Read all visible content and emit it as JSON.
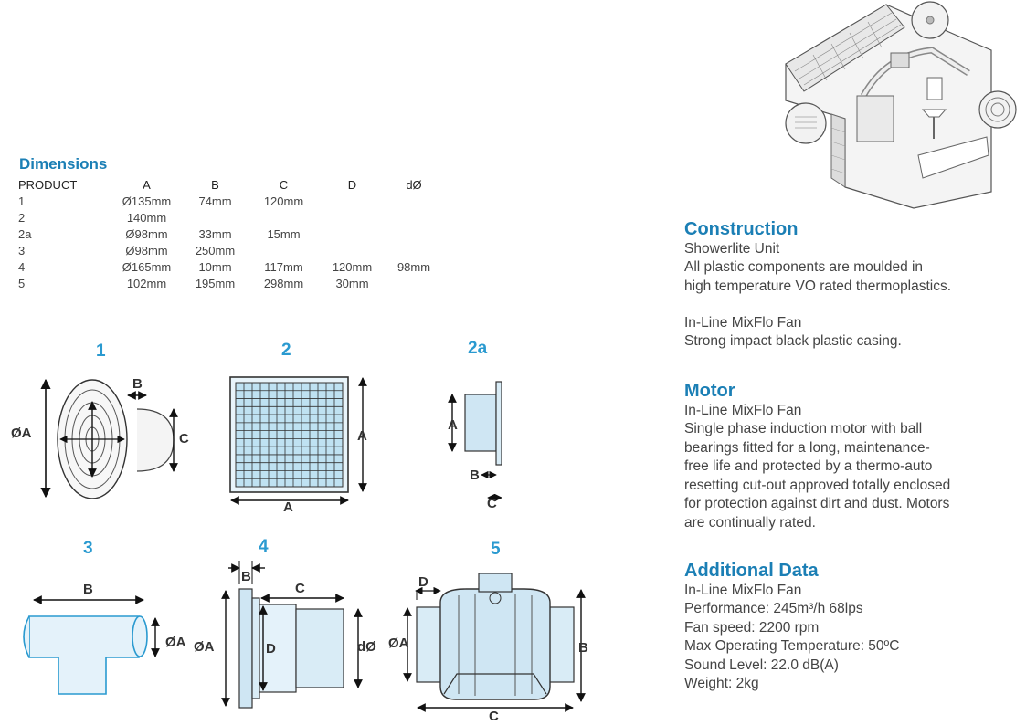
{
  "dimensions": {
    "title": "Dimensions",
    "headers": [
      "PRODUCT",
      "A",
      "B",
      "C",
      "D",
      "dØ"
    ],
    "rows": [
      [
        "1",
        "Ø135mm",
        "74mm",
        "120mm",
        "",
        ""
      ],
      [
        "2",
        "140mm",
        "",
        "",
        "",
        ""
      ],
      [
        "2a",
        "Ø98mm",
        "33mm",
        "15mm",
        "",
        ""
      ],
      [
        "3",
        "Ø98mm",
        "250mm",
        "",
        "",
        ""
      ],
      [
        "4",
        "Ø165mm",
        "10mm",
        "117mm",
        "120mm",
        "98mm"
      ],
      [
        "5",
        "102mm",
        "195mm",
        "298mm",
        "30mm",
        ""
      ]
    ]
  },
  "figures": {
    "f1": {
      "label": "1",
      "a": "ØA",
      "b": "B",
      "c": "C"
    },
    "f2": {
      "label": "2",
      "a_right": "A",
      "a_bottom": "A"
    },
    "f2a": {
      "label": "2a",
      "a": "A",
      "b": "B",
      "c": "C"
    },
    "f3": {
      "label": "3",
      "b": "B",
      "a": "ØA"
    },
    "f4": {
      "label": "4",
      "b": "B",
      "c": "C",
      "a": "ØA",
      "d": "D",
      "dd": "dØ"
    },
    "f5": {
      "label": "5",
      "d": "D",
      "a": "ØA",
      "b": "B",
      "c": "C"
    }
  },
  "construction": {
    "title": "Construction",
    "subtitle1": "Showerlite Unit",
    "body1": [
      "All plastic components are moulded in",
      "high temperature VO rated thermoplastics."
    ],
    "subtitle2": "In-Line MixFlo Fan",
    "body2": [
      "Strong impact black plastic casing."
    ]
  },
  "motor": {
    "title": "Motor",
    "subtitle": "In-Line MixFlo Fan",
    "body": [
      "Single phase induction motor with ball",
      "bearings fitted for a long, maintenance-",
      "free life and protected by a thermo-auto",
      "resetting cut-out approved totally enclosed",
      "for protection against dirt and dust. Motors",
      "are continually rated."
    ]
  },
  "additional": {
    "title": "Additional Data",
    "subtitle": "In-Line MixFlo Fan",
    "lines": [
      "Performance: 245m³/h 68lps",
      "Fan speed: 2200 rpm",
      "Max Operating Temperature: 50ºC",
      "Sound Level: 22.0 dB(A)",
      "Weight: 2kg"
    ]
  }
}
